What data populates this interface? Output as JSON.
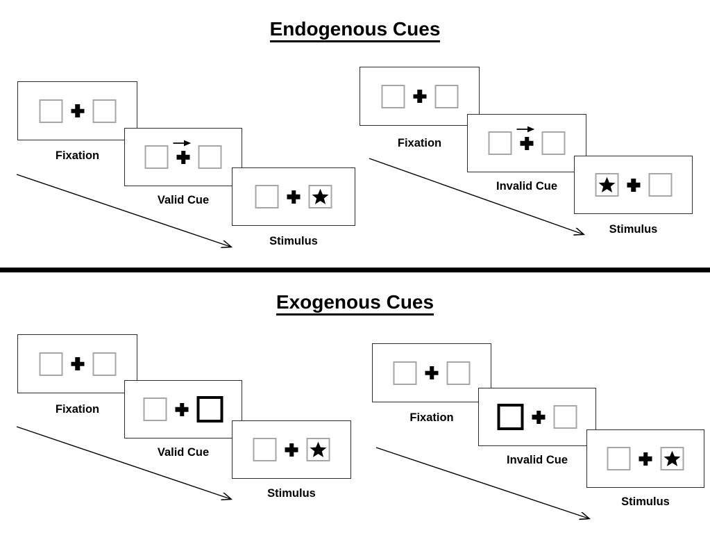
{
  "figure": {
    "type": "diagram",
    "description": "Posner-style spatial cueing paradigm: four trial sequences showing endogenous (central arrow) and exogenous (peripheral box flash) cues, each with a valid and an invalid cueing condition.",
    "background": "#ffffff",
    "ink_color": "#000000",
    "box_outline_color": "#a6a6a6",
    "cued_box_outline_color": "#000000",
    "panel_outline_color": "#2b2b2b"
  },
  "sections": [
    {
      "id": "endogenous",
      "title": "Endogenous Cues",
      "sequences": [
        {
          "id": "endogenous-valid",
          "condition": "valid",
          "time_arrow": "time-flow-arrow",
          "frames": [
            {
              "caption": "Fixation",
              "cue_type": "none",
              "left_box": {
                "state": "neutral",
                "content": "empty"
              },
              "right_box": {
                "state": "neutral",
                "content": "empty"
              },
              "center": "fixation-plus"
            },
            {
              "caption": "Valid Cue",
              "cue_type": "central-arrow",
              "arrow_direction": "right",
              "left_box": {
                "state": "neutral",
                "content": "empty"
              },
              "right_box": {
                "state": "neutral",
                "content": "empty"
              },
              "center": "fixation-plus"
            },
            {
              "caption": "Stimulus",
              "cue_type": "none",
              "left_box": {
                "state": "neutral",
                "content": "empty"
              },
              "right_box": {
                "state": "neutral",
                "content": "star"
              },
              "center": "fixation-plus"
            }
          ]
        },
        {
          "id": "endogenous-invalid",
          "condition": "invalid",
          "time_arrow": "time-flow-arrow",
          "frames": [
            {
              "caption": "Fixation",
              "cue_type": "none",
              "left_box": {
                "state": "neutral",
                "content": "empty"
              },
              "right_box": {
                "state": "neutral",
                "content": "empty"
              },
              "center": "fixation-plus"
            },
            {
              "caption": "Invalid Cue",
              "cue_type": "central-arrow",
              "arrow_direction": "right",
              "left_box": {
                "state": "neutral",
                "content": "empty"
              },
              "right_box": {
                "state": "neutral",
                "content": "empty"
              },
              "center": "fixation-plus"
            },
            {
              "caption": "Stimulus",
              "cue_type": "none",
              "left_box": {
                "state": "neutral",
                "content": "star"
              },
              "right_box": {
                "state": "neutral",
                "content": "empty"
              },
              "center": "fixation-plus"
            }
          ]
        }
      ]
    },
    {
      "id": "exogenous",
      "title": "Exogenous Cues",
      "sequences": [
        {
          "id": "exogenous-valid",
          "condition": "valid",
          "time_arrow": "time-flow-arrow",
          "frames": [
            {
              "caption": "Fixation",
              "cue_type": "none",
              "left_box": {
                "state": "neutral",
                "content": "empty"
              },
              "right_box": {
                "state": "neutral",
                "content": "empty"
              },
              "center": "fixation-plus"
            },
            {
              "caption": "Valid Cue",
              "cue_type": "peripheral-box",
              "cued_side": "right",
              "left_box": {
                "state": "neutral",
                "content": "empty"
              },
              "right_box": {
                "state": "cued",
                "content": "empty"
              },
              "center": "fixation-plus"
            },
            {
              "caption": "Stimulus",
              "cue_type": "none",
              "left_box": {
                "state": "neutral",
                "content": "empty"
              },
              "right_box": {
                "state": "neutral",
                "content": "star"
              },
              "center": "fixation-plus"
            }
          ]
        },
        {
          "id": "exogenous-invalid",
          "condition": "invalid",
          "time_arrow": "time-flow-arrow",
          "frames": [
            {
              "caption": "Fixation",
              "cue_type": "none",
              "left_box": {
                "state": "neutral",
                "content": "empty"
              },
              "right_box": {
                "state": "neutral",
                "content": "empty"
              },
              "center": "fixation-plus"
            },
            {
              "caption": "Invalid Cue",
              "cue_type": "peripheral-box",
              "cued_side": "left",
              "left_box": {
                "state": "cued",
                "content": "empty"
              },
              "right_box": {
                "state": "neutral",
                "content": "empty"
              },
              "center": "fixation-plus"
            },
            {
              "caption": "Stimulus",
              "cue_type": "none",
              "left_box": {
                "state": "neutral",
                "content": "empty"
              },
              "right_box": {
                "state": "neutral",
                "content": "star"
              },
              "center": "fixation-plus"
            }
          ]
        }
      ]
    }
  ]
}
